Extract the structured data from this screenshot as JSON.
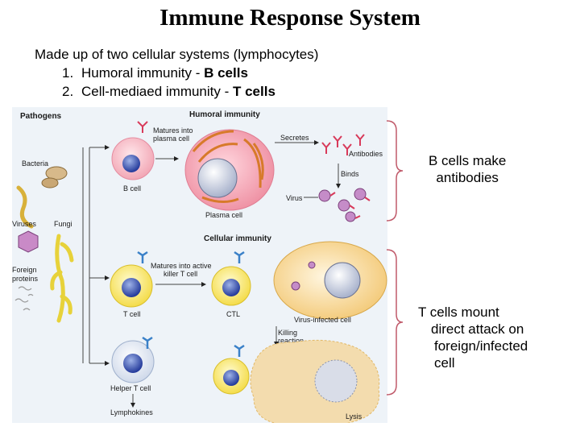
{
  "title": "Immune Response System",
  "intro": {
    "lead": "Made up of two cellular systems (lymphocytes)",
    "items": [
      {
        "num": "1.",
        "text": "Humoral immunity - ",
        "bold": "B cells"
      },
      {
        "num": "2.",
        "text": "Cell-mediaed immunity - ",
        "bold": "T cells"
      }
    ]
  },
  "figure": {
    "pathogens": "Pathogens",
    "humoral": "Humoral immunity",
    "cellular": "Cellular immunity",
    "bacteria": "Bacteria",
    "viruses": "Viruses",
    "fungi": "Fungi",
    "foreign1": "Foreign",
    "foreign2": "proteins",
    "b_cell": "B cell",
    "matures_plasma1": "Matures into",
    "matures_plasma2": "plasma cell",
    "secretes": "Secretes",
    "antibodies": "Antibodies",
    "binds": "Binds",
    "virus": "Virus",
    "plasma_cell": "Plasma cell",
    "matures_killer1": "Matures into active",
    "matures_killer2": "killer T cell",
    "t_cell": "T cell",
    "ctl": "CTL",
    "virus_infected": "Virus-infected cell",
    "killing1": "Killing",
    "killing2": "reaction",
    "helper": "Helper T cell",
    "lymphokines": "Lymphokines",
    "lysis": "Lysis"
  },
  "notes": {
    "b": [
      "B cells make",
      "antibodies"
    ],
    "t": [
      "T cells mount",
      "direct attack on",
      "foreign/infected",
      "cell"
    ]
  }
}
